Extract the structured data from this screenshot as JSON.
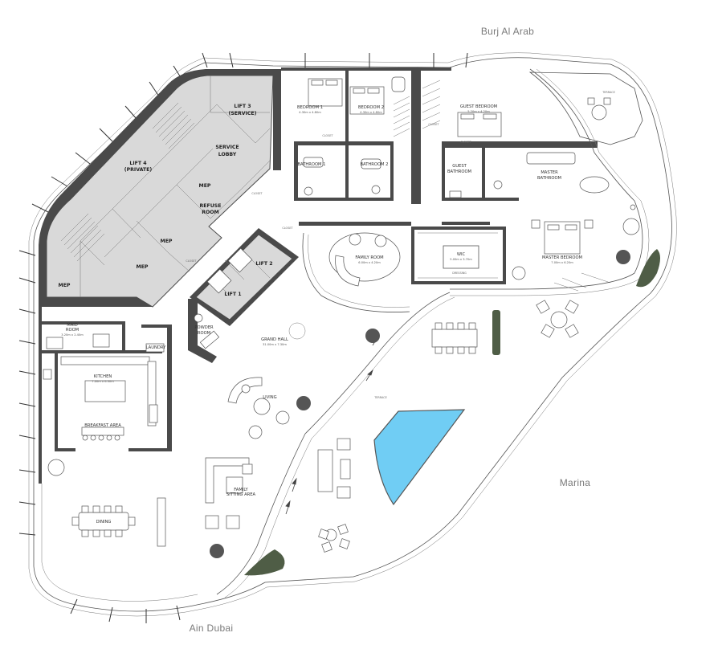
{
  "views": {
    "top": "Burj Al Arab",
    "right": "Marina",
    "bottom": "Ain Dubai"
  },
  "rooms": {
    "lift3": "LIFT 3",
    "lift3_sub": "(SERVICE)",
    "service_lobby_1": "SERVICE",
    "service_lobby_2": "LOBBY",
    "lift4": "LIFT 4",
    "lift4_sub": "(PRIVATE)",
    "mep_a": "MEP",
    "mep_b": "MEP",
    "mep_c": "MEP",
    "mep_d": "MEP",
    "refuse_room_1": "REFUSE",
    "refuse_room_2": "ROOM",
    "lift2": "LIFT 2",
    "lift1": "LIFT 1",
    "powder_room_1": "POWDER",
    "powder_room_2": "ROOM",
    "bedroom1": "BEDROOM 1",
    "bedroom1_dim": "4.30m x 4.80m",
    "bedroom2": "BEDROOM 2",
    "bedroom2_dim": "4.30m x 4.80m",
    "guest_bedroom": "GUEST BEDROOM",
    "guest_bedroom_dim": "5.20m x 4.20m",
    "bathroom1": "BATHROOM 1",
    "bathroom2": "BATHROOM 2",
    "guest_bathroom_1": "GUEST",
    "guest_bathroom_2": "BATHROOM",
    "master_bathroom_1": "MASTER",
    "master_bathroom_2": "BATHROOM",
    "family_room": "FAMILY ROOM",
    "family_room_dim": "6.00m x 4.20m",
    "wic": "WIC",
    "wic_dim": "5.00m x 3.70m",
    "master_bedroom": "MASTER BEDROOM",
    "master_bedroom_dim": "7.00m x 6.20m",
    "maid_room": "MAID",
    "maid_room_2": "ROOM",
    "maid_room_dim": "3.20m x 2.40m",
    "laundry": "LAUNDRY",
    "kitchen": "KITCHEN",
    "kitchen_dim": "7.00m x 6.30m",
    "breakfast_area": "BREAKFAST AREA",
    "grand_hall": "GRAND HALL",
    "grand_hall_dim": "31.00m x 7.30m",
    "living": "LIVING",
    "family_sitting_1": "FAMILY",
    "family_sitting_2": "SITTING AREA",
    "dining": "DINING",
    "terrace_main": "TERRACE",
    "terrace_top": "TERRACE",
    "closet_a": "CLOSET",
    "closet_b": "CLOSET",
    "closet_c": "CLOSET",
    "closet_d": "CLOSET",
    "closet_e": "CLOSET",
    "closet_f": "CLOSET",
    "dressing": "DRESSING"
  },
  "colors": {
    "pool": "#70cdf4",
    "planter": "#4f5d46",
    "core": "#d9d9d9",
    "wall": "#4a4a4a"
  }
}
